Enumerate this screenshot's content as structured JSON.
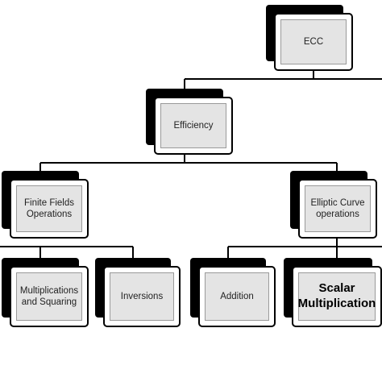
{
  "diagram": {
    "nodes": {
      "ecc": {
        "label": "ECC"
      },
      "efficiency": {
        "label": "Efficiency"
      },
      "finite_fields": {
        "label": "Finite Fields\nOperations"
      },
      "elliptic_curve": {
        "label": "Elliptic Curve\noperations"
      },
      "multiplications": {
        "label": "Multiplications\nand Squaring"
      },
      "inversions": {
        "label": "Inversions"
      },
      "addition": {
        "label": "Addition"
      },
      "scalar_multiplication": {
        "label": "Scalar\nMultiplication"
      }
    },
    "colors": {
      "shadow": "#000000",
      "node_fill": "#e4e4e4",
      "connector": "#000000"
    }
  }
}
